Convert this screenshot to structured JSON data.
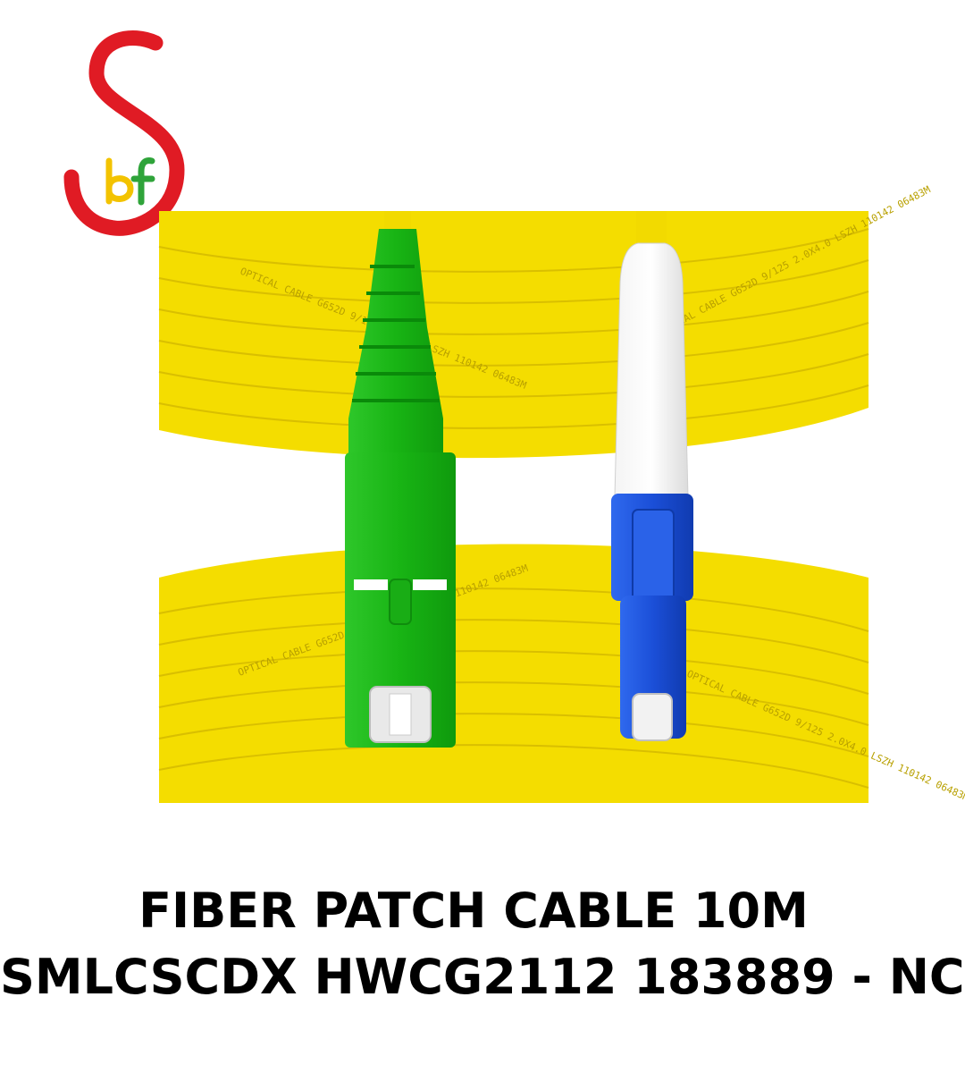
{
  "brand": {
    "logo_text": "bf",
    "primary_color": "#e01b24",
    "accent_colors": [
      "#2fa43a",
      "#f3c300"
    ]
  },
  "product": {
    "title_line1": "FIBER PATCH CABLE 10M",
    "title_line2": "SMLCSCDX HWCG2112 183889 - NC",
    "cable_color": "#f5e000",
    "sc_connector_color": "#1fc21a",
    "lc_connector_color": "#1a4fd6",
    "cable_print_text": "OPTICAL CABLE G652D 9/125 2.0X4.0 LSZH 110142 06483M"
  }
}
